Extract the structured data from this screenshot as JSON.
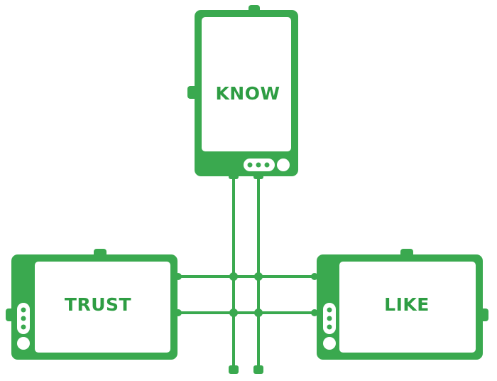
{
  "devices": {
    "know": {
      "label": "KNOW"
    },
    "trust": {
      "label": "TRUST"
    },
    "like": {
      "label": "LIKE"
    }
  },
  "colors": {
    "device": "#3aa94f",
    "screen": "#ffffff",
    "label": "#2e9d43",
    "wire": "#3aa94f",
    "wire_shadow": "#8a8a8a"
  }
}
